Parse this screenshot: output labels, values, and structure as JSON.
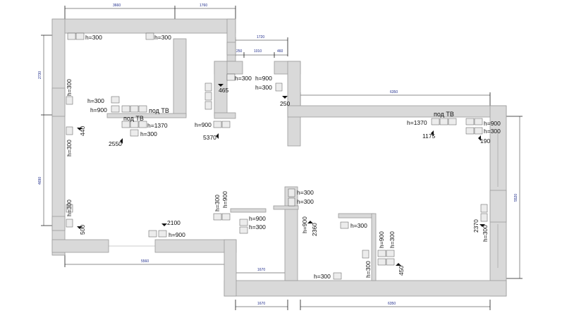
{
  "dimensions": {
    "top_room1": "3660",
    "top_room2": "1760",
    "top_corridor": "1720",
    "top_corridor_a": "250",
    "top_corridor_b": "1010",
    "top_corridor_c": "460",
    "top_big_room": "6350",
    "left_upper": "2730",
    "left_lower": "4690",
    "bottom_room1": "5560",
    "bottom_mid": "1670",
    "bottom_mid2": "1670",
    "bottom_big": "6350",
    "right_big": "5520"
  },
  "labels": {
    "h300_a": "h=300",
    "h300_b": "h=300",
    "h300_left_top": "h=300",
    "h300_lt2": "h=300",
    "h900_lt": "h=900",
    "pod_tv_1": "под ТВ",
    "pod_tv_2": "под ТВ",
    "h1370_1": "h=1370",
    "h300_c": "h=300",
    "n2550": "2550",
    "n440": "440",
    "h300_left_mid": "h=300",
    "h300_left_low": "h=300",
    "n500": "500",
    "n2100": "2100",
    "h900_bottom": "h=900",
    "h300_corr": "h=300",
    "n465": "465",
    "h900_corr": "h=900",
    "h300_corr2": "h=300",
    "n250": "250",
    "h900_kitchen": "h=900",
    "n5370": "5370",
    "pod_tv_3": "под ТВ",
    "h1370_2": "h=1370",
    "n1175": "1175",
    "h900_right": "h=900",
    "h300_right": "h=300",
    "n190": "190",
    "h300_v1": "h=300",
    "h900_v1": "h=900",
    "h900_m": "h=900",
    "h300_m": "h=300",
    "h300_col": "h=300",
    "h300_col2": "h=300",
    "h900_v2": "h=900",
    "n2360": "2360",
    "h300_isl": "h=300",
    "h900_v3": "h=900",
    "h300_v3": "h=300",
    "h300_v4": "h=300",
    "n450": "450",
    "h300_bot": "h=300",
    "n2370": "2370",
    "h300_rv": "h=300"
  }
}
